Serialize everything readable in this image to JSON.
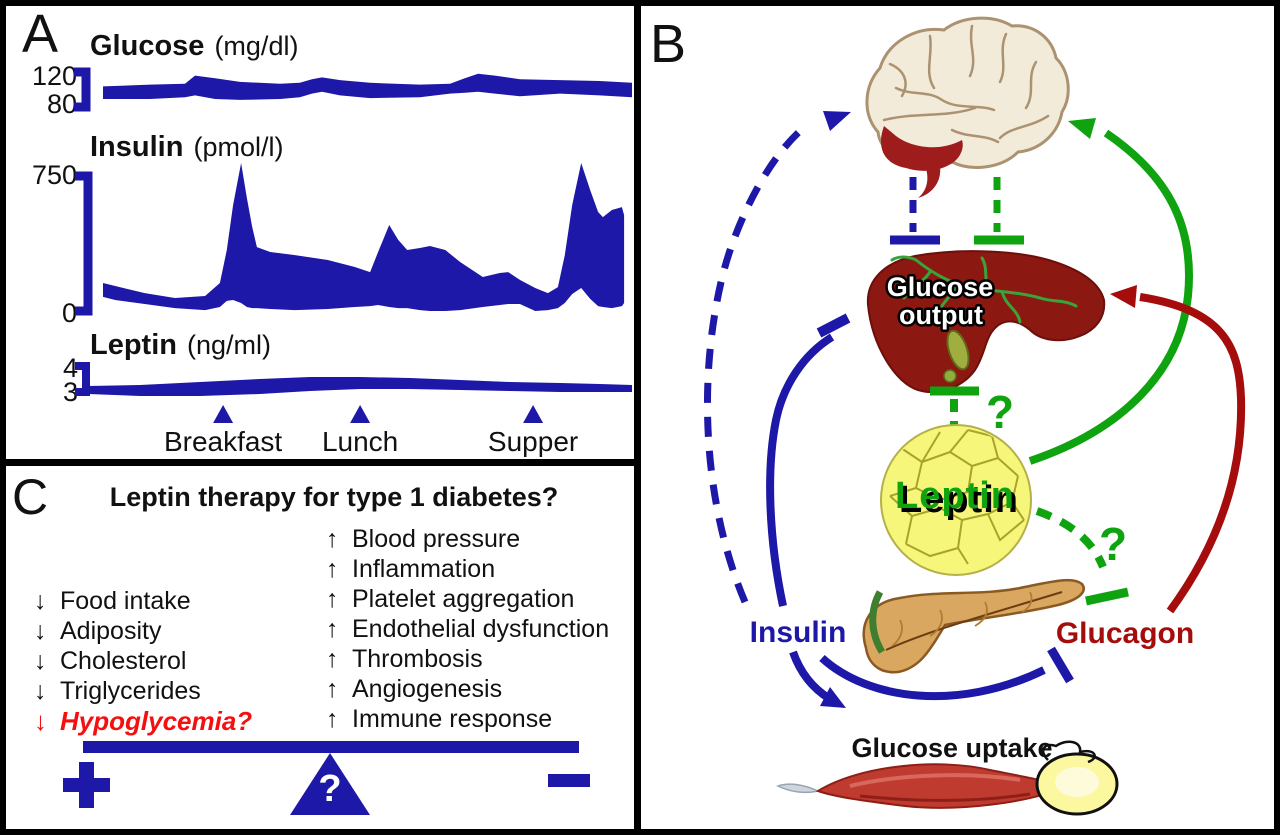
{
  "colors": {
    "blue": "#1d18a8",
    "green": "#0fa30f",
    "dark_red": "#a50d0d",
    "alert_red": "#f50f0f"
  },
  "panel_a": {
    "letter": "A",
    "charts": [
      {
        "title": "Glucose",
        "unit": "(mg/dl)"
      },
      {
        "title": "Insulin",
        "unit": "(pmol/l)"
      },
      {
        "title": "Leptin",
        "unit": "(ng/ml)"
      }
    ]
  },
  "chart_data": [
    {
      "type": "area",
      "name": "glucose",
      "title": "Glucose",
      "ylabel": "mg/dl",
      "yticks": [
        120,
        80
      ],
      "x_pct": [
        0,
        8.9,
        15.5,
        17.4,
        21.2,
        25.9,
        33.5,
        37.2,
        39.5,
        41.4,
        44.8,
        50.5,
        59.9,
        65.6,
        68.4,
        70.9,
        74.1,
        78.8,
        86.4,
        93.9,
        100
      ],
      "hi": [
        104,
        106,
        107,
        116,
        113,
        109,
        107,
        108,
        112,
        114,
        111,
        108,
        106,
        107,
        113,
        118,
        116,
        112,
        111,
        110,
        108
      ],
      "lo": [
        90,
        90,
        92,
        94,
        90,
        89,
        90,
        92,
        96,
        98,
        94,
        91,
        92,
        96,
        97,
        98,
        96,
        93,
        96,
        94,
        92
      ],
      "x_axis_events": [
        {
          "label": "Breakfast",
          "x_pct": 22.7
        },
        {
          "label": "Lunch",
          "x_pct": 48.6
        },
        {
          "label": "Supper",
          "x_pct": 81.3
        }
      ]
    },
    {
      "type": "area",
      "name": "insulin",
      "title": "Insulin",
      "ylabel": "pmol/l",
      "yticks": [
        750,
        0
      ],
      "x_pct": [
        0,
        2.3,
        7.9,
        13.6,
        19.3,
        22.1,
        23.4,
        24.6,
        26.1,
        27.2,
        28.2,
        29.1,
        31.6,
        36.3,
        42.5,
        47.6,
        50.5,
        52,
        54.1,
        55.8,
        57.5,
        59.9,
        61.8,
        64.7,
        67.5,
        71.8,
        75,
        76.6,
        78.8,
        81.7,
        84.1,
        86,
        87.3,
        88.7,
        90.4,
        92.1,
        93.6,
        94.5,
        96.2,
        98.1,
        98.5
      ],
      "hi": [
        164,
        148,
        109,
        82,
        93,
        164,
        345,
        591,
        821,
        629,
        471,
        361,
        334,
        317,
        290,
        252,
        224,
        334,
        482,
        400,
        345,
        356,
        367,
        345,
        279,
        197,
        219,
        224,
        181,
        137,
        109,
        142,
        317,
        591,
        821,
        673,
        553,
        525,
        564,
        580,
        536
      ],
      "lo": [
        88,
        71,
        49,
        27,
        16,
        33,
        66,
        71,
        55,
        33,
        27,
        27,
        22,
        16,
        22,
        33,
        38,
        44,
        33,
        27,
        27,
        16,
        11,
        11,
        16,
        33,
        44,
        49,
        49,
        11,
        16,
        27,
        55,
        104,
        137,
        77,
        38,
        33,
        27,
        38,
        55
      ]
    },
    {
      "type": "area",
      "name": "leptin",
      "title": "Leptin",
      "ylabel": "ng/ml",
      "yticks": [
        4,
        3
      ],
      "x_pct": [
        0,
        9.6,
        20.6,
        31.6,
        40.8,
        50,
        59.2,
        68.4,
        77.6,
        86.8,
        94.1,
        100
      ],
      "hi": [
        3.2,
        3.24,
        3.36,
        3.48,
        3.56,
        3.56,
        3.52,
        3.44,
        3.36,
        3.32,
        3.28,
        3.24
      ],
      "lo": [
        2.88,
        2.8,
        2.8,
        2.88,
        3.0,
        3.08,
        3.08,
        3.04,
        3.0,
        2.96,
        2.96,
        2.96
      ]
    }
  ],
  "panel_b": {
    "letter": "B",
    "labels": {
      "glucose_output_line1": "Glucose",
      "glucose_output_line2": "output",
      "leptin": "Leptin",
      "insulin": "Insulin",
      "glucagon": "Glucagon",
      "glucose_uptake": "Glucose uptake",
      "question_liver": "?",
      "question_pancreas": "?"
    }
  },
  "panel_c": {
    "letter": "C",
    "title": "Leptin therapy for type 1 diabetes?",
    "arrow_down": "↓",
    "arrow_up": "↑",
    "benefits": [
      {
        "label": "Food intake"
      },
      {
        "label": "Adiposity"
      },
      {
        "label": "Cholesterol"
      },
      {
        "label": "Triglycerides"
      },
      {
        "label": "Hypoglycemia?",
        "highlight": true
      }
    ],
    "risks": [
      "Blood pressure",
      "Inflammation",
      "Platelet aggregation",
      "Endothelial dysfunction",
      "Thrombosis",
      "Angiogenesis",
      "Immune response"
    ],
    "plus": "+",
    "minus": "−",
    "fulcrum_question": "?"
  }
}
